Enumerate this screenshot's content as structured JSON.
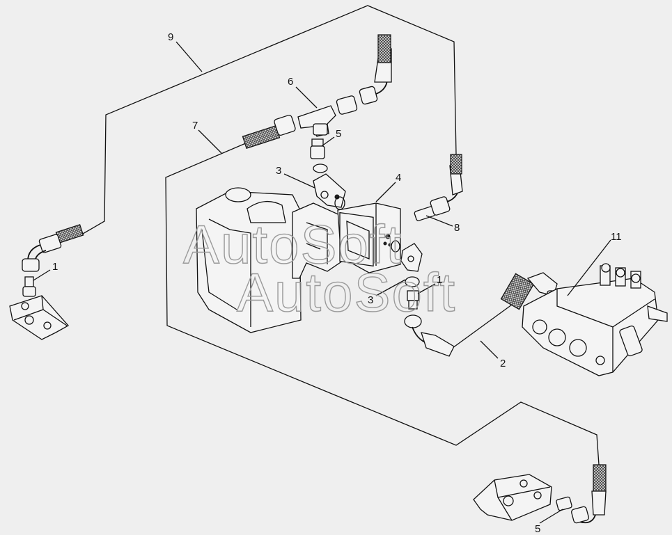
{
  "watermark": "AutoSoft",
  "callouts": [
    {
      "id": "c9",
      "text": "9"
    },
    {
      "id": "c6",
      "text": "6"
    },
    {
      "id": "c7",
      "text": "7"
    },
    {
      "id": "c5a",
      "text": "5"
    },
    {
      "id": "c3a",
      "text": "3"
    },
    {
      "id": "c4",
      "text": "4"
    },
    {
      "id": "c8",
      "text": "8"
    },
    {
      "id": "c11",
      "text": "11"
    },
    {
      "id": "c1a",
      "text": "1"
    },
    {
      "id": "c1b",
      "text": "1"
    },
    {
      "id": "c3b",
      "text": "3"
    },
    {
      "id": "c2",
      "text": "2"
    },
    {
      "id": "c5b",
      "text": "5"
    }
  ]
}
